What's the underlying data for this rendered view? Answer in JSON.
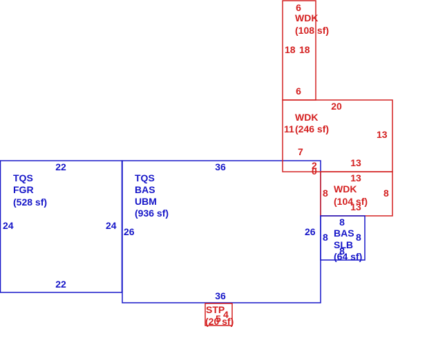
{
  "colors": {
    "blue": "#1515c8",
    "red": "#d42020"
  },
  "areas": {
    "fgr": {
      "lines": [
        "TQS",
        "FGR",
        "(528 sf)"
      ],
      "color": "blue"
    },
    "bas_main": {
      "lines": [
        "TQS",
        "BAS",
        "UBM",
        "(936 sf)"
      ],
      "color": "blue"
    },
    "wdk_top": {
      "lines": [
        "WDK",
        "(108 sf)"
      ],
      "color": "red"
    },
    "wdk_mid": {
      "lines": [
        "WDK",
        "(246 sf)"
      ],
      "color": "red"
    },
    "wdk_small": {
      "lines": [
        "WDK",
        "(104 sf)"
      ],
      "color": "red"
    },
    "bas_slb": {
      "lines": [
        "BAS",
        "SLB",
        "(64 sf)"
      ],
      "color": "blue"
    },
    "stp": {
      "lines": [
        "STP",
        "(20 sf)"
      ],
      "color": "red"
    }
  },
  "dimensions": {
    "fgr_top": "22",
    "fgr_bottom": "22",
    "fgr_left": "24",
    "fgr_right": "24",
    "bas_top": "36",
    "bas_bottom": "36",
    "bas_left": "26",
    "bas_right": "26",
    "wdk_top_top": "6",
    "wdk_top_bottom": "6",
    "wdk_top_left": "18",
    "wdk_top_right": "18",
    "wdk_mid_top": "20",
    "wdk_mid_left": "11",
    "wdk_mid_right": "13",
    "wdk_mid_bottom": "13",
    "wdk_mid_inner": "7",
    "wdk_mid_step_a": "2",
    "wdk_mid_step_b": "0",
    "wdk_small_top": "13",
    "wdk_small_bottom": "13",
    "wdk_small_left": "8",
    "wdk_small_right": "8",
    "slb_top": "8",
    "slb_bottom": "8",
    "slb_left": "8",
    "slb_right": "8",
    "stp_a": "5",
    "stp_b": "4"
  }
}
